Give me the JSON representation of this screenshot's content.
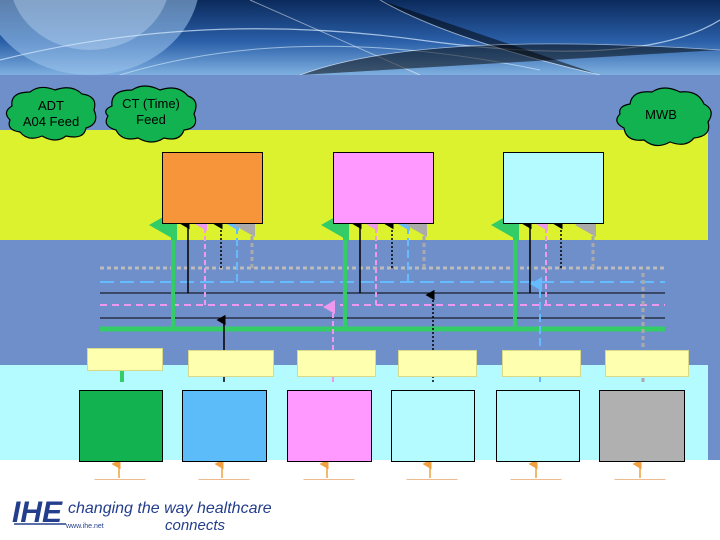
{
  "clouds": {
    "adt_feed_line1": "ADT",
    "adt_feed_line2": "A04 Feed",
    "ct_time_line1": "CT (Time)",
    "ct_time_line2": "Feed",
    "mwb": "MWB"
  },
  "footer": {
    "logo": "IHE",
    "tagline": "changing the way healthcare",
    "connects": "connects",
    "url": "www.ihe.net"
  },
  "colors": {
    "green_line": "#33cc66",
    "orange_box": "#f7953a",
    "pink_box": "#ff99ff",
    "cyan_box": "#b3fbff",
    "green_box": "#11b24f",
    "blue_box": "#5cbcf9",
    "gray_box": "#b0b0b0",
    "yellow_small_box": "#ffffb0"
  }
}
